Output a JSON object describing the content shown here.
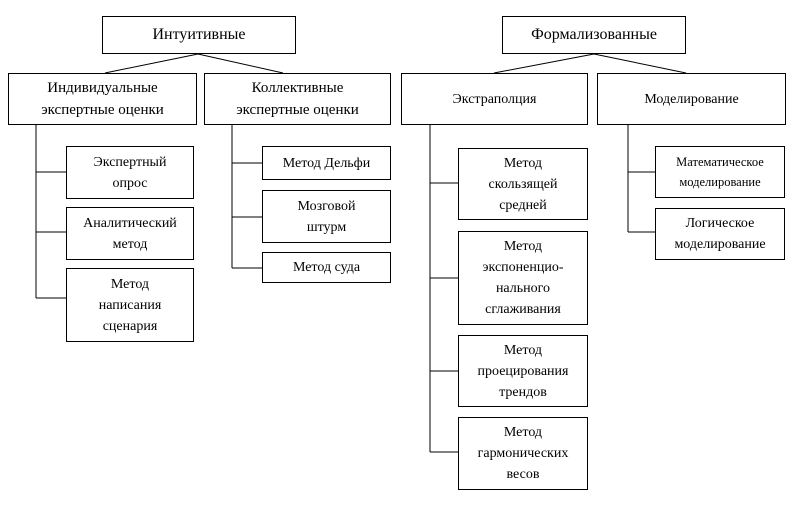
{
  "root_left": "Интуитивные",
  "root_right": "Формализованные",
  "branches": {
    "individual": "Индивидуальные\nэкспертные оценки",
    "collective": "Коллективные\nэкспертные оценки",
    "extrapolation": "Экстраполция",
    "modeling": "Моделирование"
  },
  "individual_items": [
    "Экспертный\nопрос",
    "Аналитический\nметод",
    "Метод\nнаписания\nсценария"
  ],
  "collective_items": [
    "Метод Дельфи",
    "Мозговой\nштурм",
    "Метод суда"
  ],
  "extrapolation_items": [
    "Метод\nскользящей\nсредней",
    "Метод\nэкспоненцио-\nнального\nсглаживания",
    "Метод\nпроецирования\nтрендов",
    "Метод\nгармонических\nвесов"
  ],
  "modeling_items": [
    "Математическое\nмоделирование",
    "Логическое\nмоделирование"
  ]
}
